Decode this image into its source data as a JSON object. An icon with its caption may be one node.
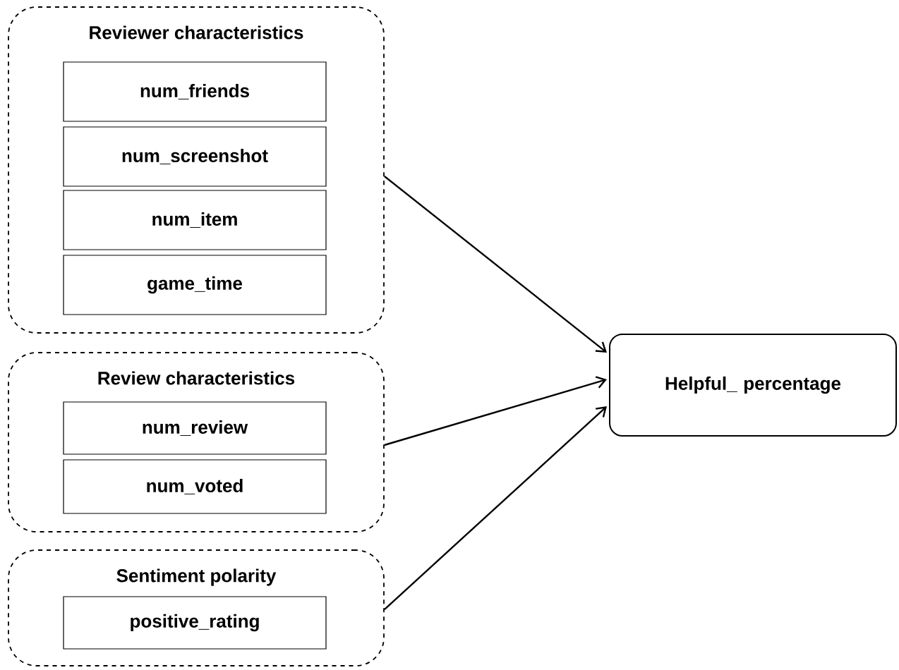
{
  "diagram": {
    "nodes": [
      {
        "text": [
          "Reviewer characteristics"
        ]
      },
      {
        "text": [
          "num_friends"
        ],
        "in": 0
      },
      {
        "text": [
          "num_screenshot"
        ],
        "in": 0
      },
      {
        "text": [
          "num_item"
        ],
        "in": 0
      },
      {
        "text": [
          "game_time"
        ],
        "in": 0
      },
      {
        "text": [
          "Review characteristics"
        ]
      },
      {
        "text": [
          "num_review"
        ],
        "in": 5
      },
      {
        "text": [
          "num_voted"
        ],
        "in": 5
      },
      {
        "text": [
          "Sentiment polarity"
        ]
      },
      {
        "text": [
          "positive_rating"
        ],
        "in": 8
      },
      {
        "text": [
          "Helpful_ percentage"
        ]
      }
    ],
    "edges": [
      {
        "from": 0,
        "to": 10,
        "arrow": "to"
      },
      {
        "from": 5,
        "to": 10,
        "arrow": "to"
      },
      {
        "from": 8,
        "to": 10,
        "arrow": "to"
      }
    ]
  }
}
